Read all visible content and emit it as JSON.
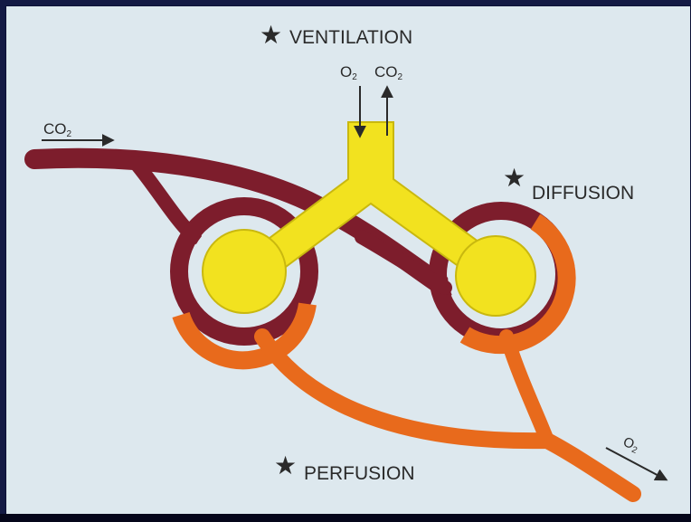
{
  "labels": {
    "ventilation": "VENTILATION",
    "diffusion": "DIFFUSION",
    "perfusion": "PERFUSION",
    "star": "★",
    "o2": "O",
    "co2": "CO",
    "subscript": "2"
  },
  "colors": {
    "venous_blood": "#7d1d2c",
    "arterial_blood": "#e86a1c",
    "alveolar_gas": "#f2e21f",
    "background": "#dde8ee",
    "frame": "#141a44"
  }
}
